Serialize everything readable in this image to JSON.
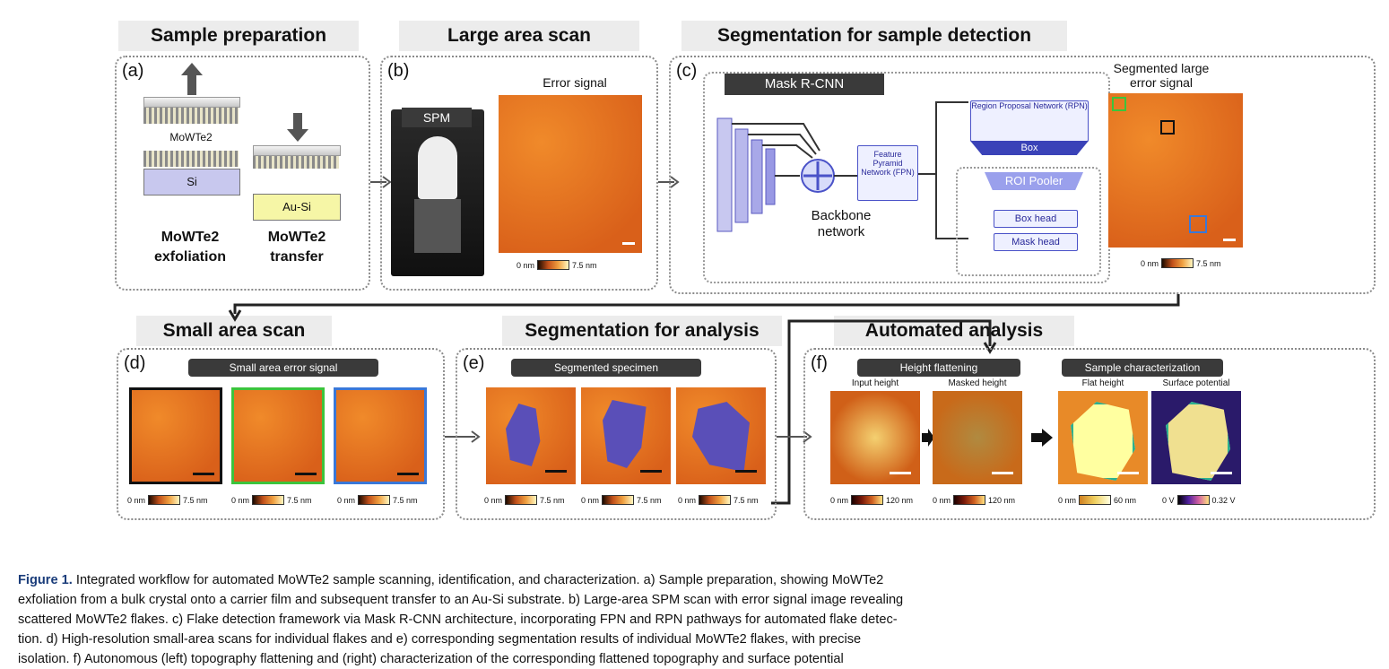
{
  "sections": {
    "sample_prep": "Sample preparation",
    "large_scan": "Large area scan",
    "seg_detect": "Segmentation for sample detection",
    "small_scan": "Small area scan",
    "seg_analysis": "Segmentation for analysis",
    "auto_analysis": "Automated analysis"
  },
  "panels": {
    "a": "(a)",
    "b": "(b)",
    "c": "(c)",
    "d": "(d)",
    "e": "(e)",
    "f": "(f)"
  },
  "panel_a": {
    "layer_label": "MoWTe2",
    "si": "Si",
    "ausi": "Au-Si",
    "exfol_1": "MoWTe2",
    "exfol_2": "exfoliation",
    "transfer_1": "MoWTe2",
    "transfer_2": "transfer"
  },
  "panel_b": {
    "spm": "SPM",
    "error_signal": "Error signal",
    "cbar_min": "0 nm",
    "cbar_max": "7.5 nm"
  },
  "panel_c": {
    "title": "Mask R-CNN",
    "fpn": "Feature Pyramid Network (FPN)",
    "backbone_1": "Backbone",
    "backbone_2": "network",
    "rpn": "Region Proposal Network (RPN)",
    "box": "Box",
    "roi": "ROI Pooler",
    "box_head": "Box head",
    "mask_head": "Mask head",
    "seg_title_1": "Segmented large",
    "seg_title_2": "error signal",
    "cbar_min": "0 nm",
    "cbar_max": "7.5 nm"
  },
  "panel_d": {
    "title": "Small area error signal",
    "cbars": [
      {
        "min": "0 nm",
        "max": "7.5 nm"
      },
      {
        "min": "0 nm",
        "max": "7.5 nm"
      },
      {
        "min": "0 nm",
        "max": "7.5 nm"
      }
    ]
  },
  "panel_e": {
    "title": "Segmented specimen",
    "cbars": [
      {
        "min": "0 nm",
        "max": "7.5 nm"
      },
      {
        "min": "0 nm",
        "max": "7.5 nm"
      },
      {
        "min": "0 nm",
        "max": "7.5 nm"
      }
    ]
  },
  "panel_f": {
    "height_flat": "Height flattening",
    "sample_char": "Sample characterization",
    "input_height": "Input height",
    "masked_height": "Masked height",
    "flat_height": "Flat height",
    "surface_potential": "Surface potential",
    "cbars": [
      {
        "min": "0 nm",
        "max": "120 nm"
      },
      {
        "min": "0 nm",
        "max": "120 nm"
      },
      {
        "min": "0 nm",
        "max": "60 nm"
      },
      {
        "min": "0 V",
        "max": "0.32 V"
      }
    ]
  },
  "caption": {
    "label": "Figure 1.",
    "line1": "Integrated workflow for automated MoWTe2 sample scanning, identification, and characterization. a) Sample preparation, showing MoWTe2",
    "line2": "exfoliation from a bulk crystal onto a carrier film and subsequent transfer to an Au-Si substrate. b) Large-area SPM scan with error signal image revealing",
    "line3": "scattered MoWTe2 flakes. c) Flake detection framework via Mask R-CNN architecture, incorporating FPN and RPN pathways for automated flake detec-",
    "line4": "tion. d) High-resolution small-area scans for individual flakes and e) corresponding segmentation results of individual MoWTe2 flakes, with precise",
    "line5": "isolation. f) Autonomous (left) topography flattening and (right) characterization of the corresponding flattened topography and surface potential"
  },
  "colors": {
    "afm_orange": "#e07020",
    "flake_purple": "#5a4fb8",
    "green_box": "#3cc43c",
    "blue_box": "#3a78d8",
    "accent": "#1a3c7a"
  }
}
